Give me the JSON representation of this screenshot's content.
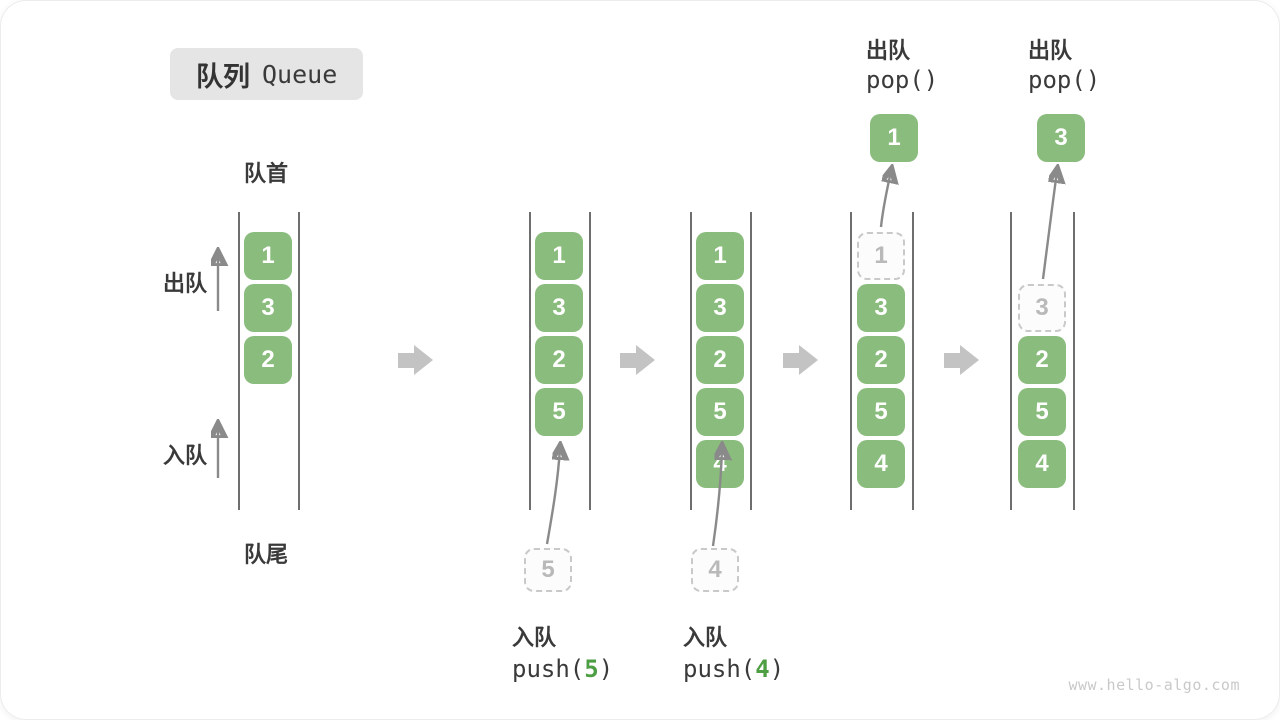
{
  "title": {
    "zh": "队列",
    "en": "Queue"
  },
  "labels": {
    "front": "队首",
    "rear": "队尾",
    "dequeue": "出队",
    "enqueue": "入队"
  },
  "colors": {
    "box_green": "#8abc7e",
    "code_arg_green": "#4e9e44",
    "dashed_gray": "#c9c9c9",
    "block_arrow_gray": "#c3c3c3",
    "thin_arrow_gray": "#8a8a8a",
    "title_bg": "#e5e5e5"
  },
  "states": [
    {
      "boxes": [
        "1",
        "3",
        "2"
      ]
    },
    {
      "boxes": [
        "1",
        "3",
        "2",
        "5"
      ],
      "pending_value": "5",
      "action": "入队",
      "code_prefix": "push(",
      "code_arg": "5",
      "code_suffix": ")"
    },
    {
      "boxes": [
        "1",
        "3",
        "2",
        "5",
        "4"
      ],
      "pending_value": "4",
      "action": "入队",
      "code_prefix": "push(",
      "code_arg": "4",
      "code_suffix": ")"
    },
    {
      "dashed_value": "1",
      "boxes": [
        "3",
        "2",
        "5",
        "4"
      ],
      "action": "出队",
      "code": "pop()",
      "popped_value": "1"
    },
    {
      "dashed_value": "3",
      "boxes": [
        "2",
        "5",
        "4"
      ],
      "action": "出队",
      "code": "pop()",
      "popped_value": "3"
    }
  ],
  "watermark": "www.hello-algo.com"
}
